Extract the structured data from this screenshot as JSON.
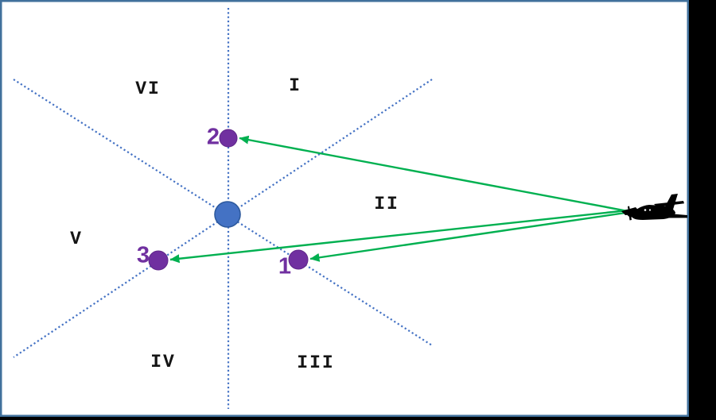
{
  "scene": {
    "description": "Holding entry sector diagram: six sectors around a fix with three numbered entry points and an airplane approaching from the right",
    "background_color": "#000000",
    "slide_background": "#FFFFFF",
    "slide_border_color": "#41719C"
  },
  "sectors": [
    {
      "label": "I"
    },
    {
      "label": "II"
    },
    {
      "label": "III"
    },
    {
      "label": "IV"
    },
    {
      "label": "V"
    },
    {
      "label": "VI"
    }
  ],
  "entry_points": [
    {
      "label": "1"
    },
    {
      "label": "2"
    },
    {
      "label": "3"
    }
  ],
  "icons": {
    "airplane": "airplane-icon",
    "holding_fix": "fix-circle-icon",
    "entry_point": "entry-dot-icon"
  },
  "colors": {
    "sector_lines": "#4472C4",
    "holding_fix_fill": "#4472C4",
    "holding_fix_stroke": "#2E5A9E",
    "entry_point_fill": "#7030A0",
    "arrow_green": "#00B050",
    "sector_label_color": "#141414",
    "airplane_color": "#000000"
  }
}
